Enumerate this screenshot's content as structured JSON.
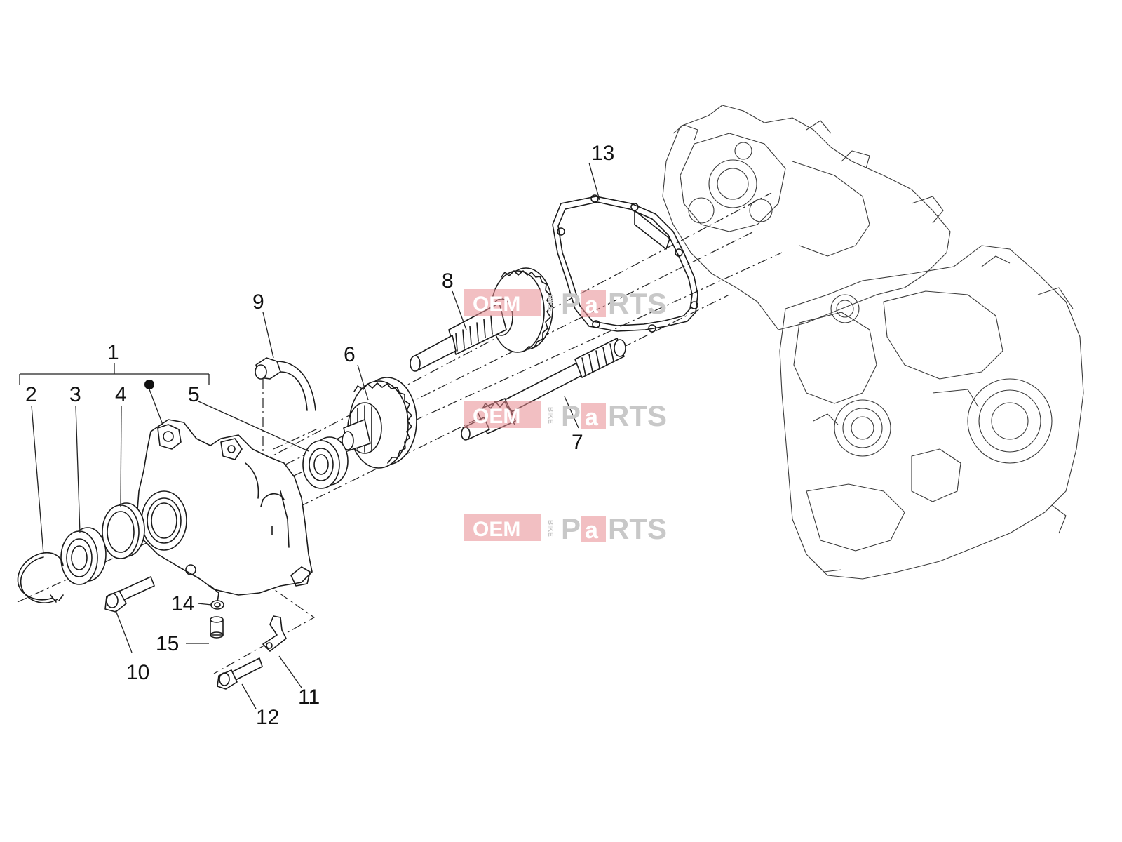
{
  "watermark": {
    "left_text": "OEM",
    "vertical_text": "BIKE",
    "right_text_1": "P",
    "right_text_2": "a",
    "right_text_3": "RTS",
    "color": "#e8787e",
    "gray": "#c8c8c8"
  },
  "callouts": {
    "c1": "1",
    "c2": "2",
    "c3": "3",
    "c4": "4",
    "c5": "5",
    "c6": "6",
    "c7": "7",
    "c8": "8",
    "c9": "9",
    "c10": "10",
    "c11": "11",
    "c12": "12",
    "c13": "13",
    "c14": "14",
    "c15": "15"
  },
  "icons": {
    "bullet": "filled-circle-marker"
  }
}
